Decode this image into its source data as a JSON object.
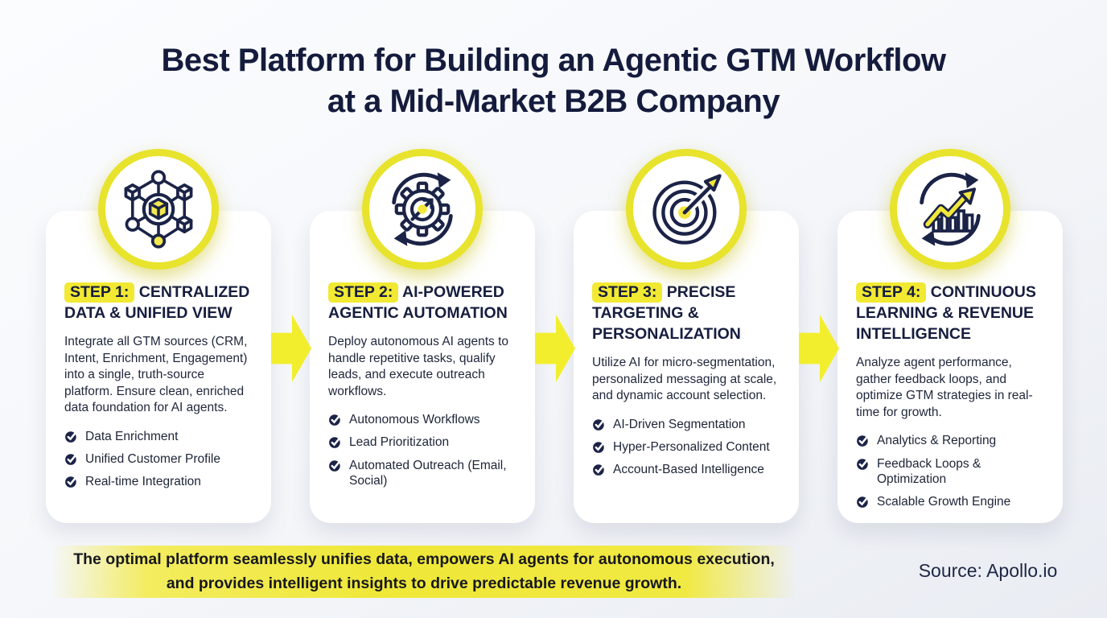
{
  "title": {
    "line1": "Best Platform for Building an Agentic GTM Workflow",
    "line2": "at a Mid-Market B2B Company"
  },
  "colors": {
    "accent_yellow": "#F2E933",
    "arrow_yellow": "#F2EE2E",
    "ring_yellow": "#E8E32C",
    "navy": "#161D3F",
    "card_background": "#FFFFFF",
    "page_background": "#F2F4F8"
  },
  "steps": [
    {
      "badge": "STEP 1:",
      "heading": "CENTRALIZED DATA & UNIFIED VIEW",
      "description": "Integrate all GTM sources (CRM, Intent, Enrichment, Engagement) into a single, truth-source platform. Ensure clean, enriched data foundation for AI agents.",
      "bullets": [
        "Data Enrichment",
        "Unified Customer Profile",
        "Real-time Integration"
      ],
      "icon": "network-hub-icon"
    },
    {
      "badge": "STEP 2:",
      "heading": "AI-POWERED AGENTIC AUTOMATION",
      "description": "Deploy autonomous AI agents to handle repetitive tasks, qualify leads, and execute outreach workflows.",
      "bullets": [
        "Autonomous Workflows",
        "Lead Prioritization",
        "Automated Outreach (Email, Social)"
      ],
      "icon": "gear-automation-icon"
    },
    {
      "badge": "STEP 3:",
      "heading": "PRECISE TARGETING & PERSONALIZATION",
      "description": "Utilize AI for micro-segmentation, personalized messaging at scale, and dynamic account selection.",
      "bullets": [
        "AI-Driven Segmentation",
        "Hyper-Personalized Content",
        "Account-Based Intelligence"
      ],
      "icon": "target-icon"
    },
    {
      "badge": "STEP 4:",
      "heading": "CONTINUOUS LEARNING & REVENUE INTELLIGENCE",
      "description": "Analyze agent performance, gather feedback loops, and optimize GTM strategies in real-time for growth.",
      "bullets": [
        "Analytics & Reporting",
        "Feedback Loops & Optimization",
        "Scalable Growth Engine"
      ],
      "icon": "growth-chart-icon"
    }
  ],
  "footer": {
    "summary_line1": "The optimal platform seamlessly unifies data, empowers AI agents for autonomous execution,",
    "summary_line2": "and provides intelligent insights to drive predictable revenue growth.",
    "source": "Source: Apollo.io"
  }
}
